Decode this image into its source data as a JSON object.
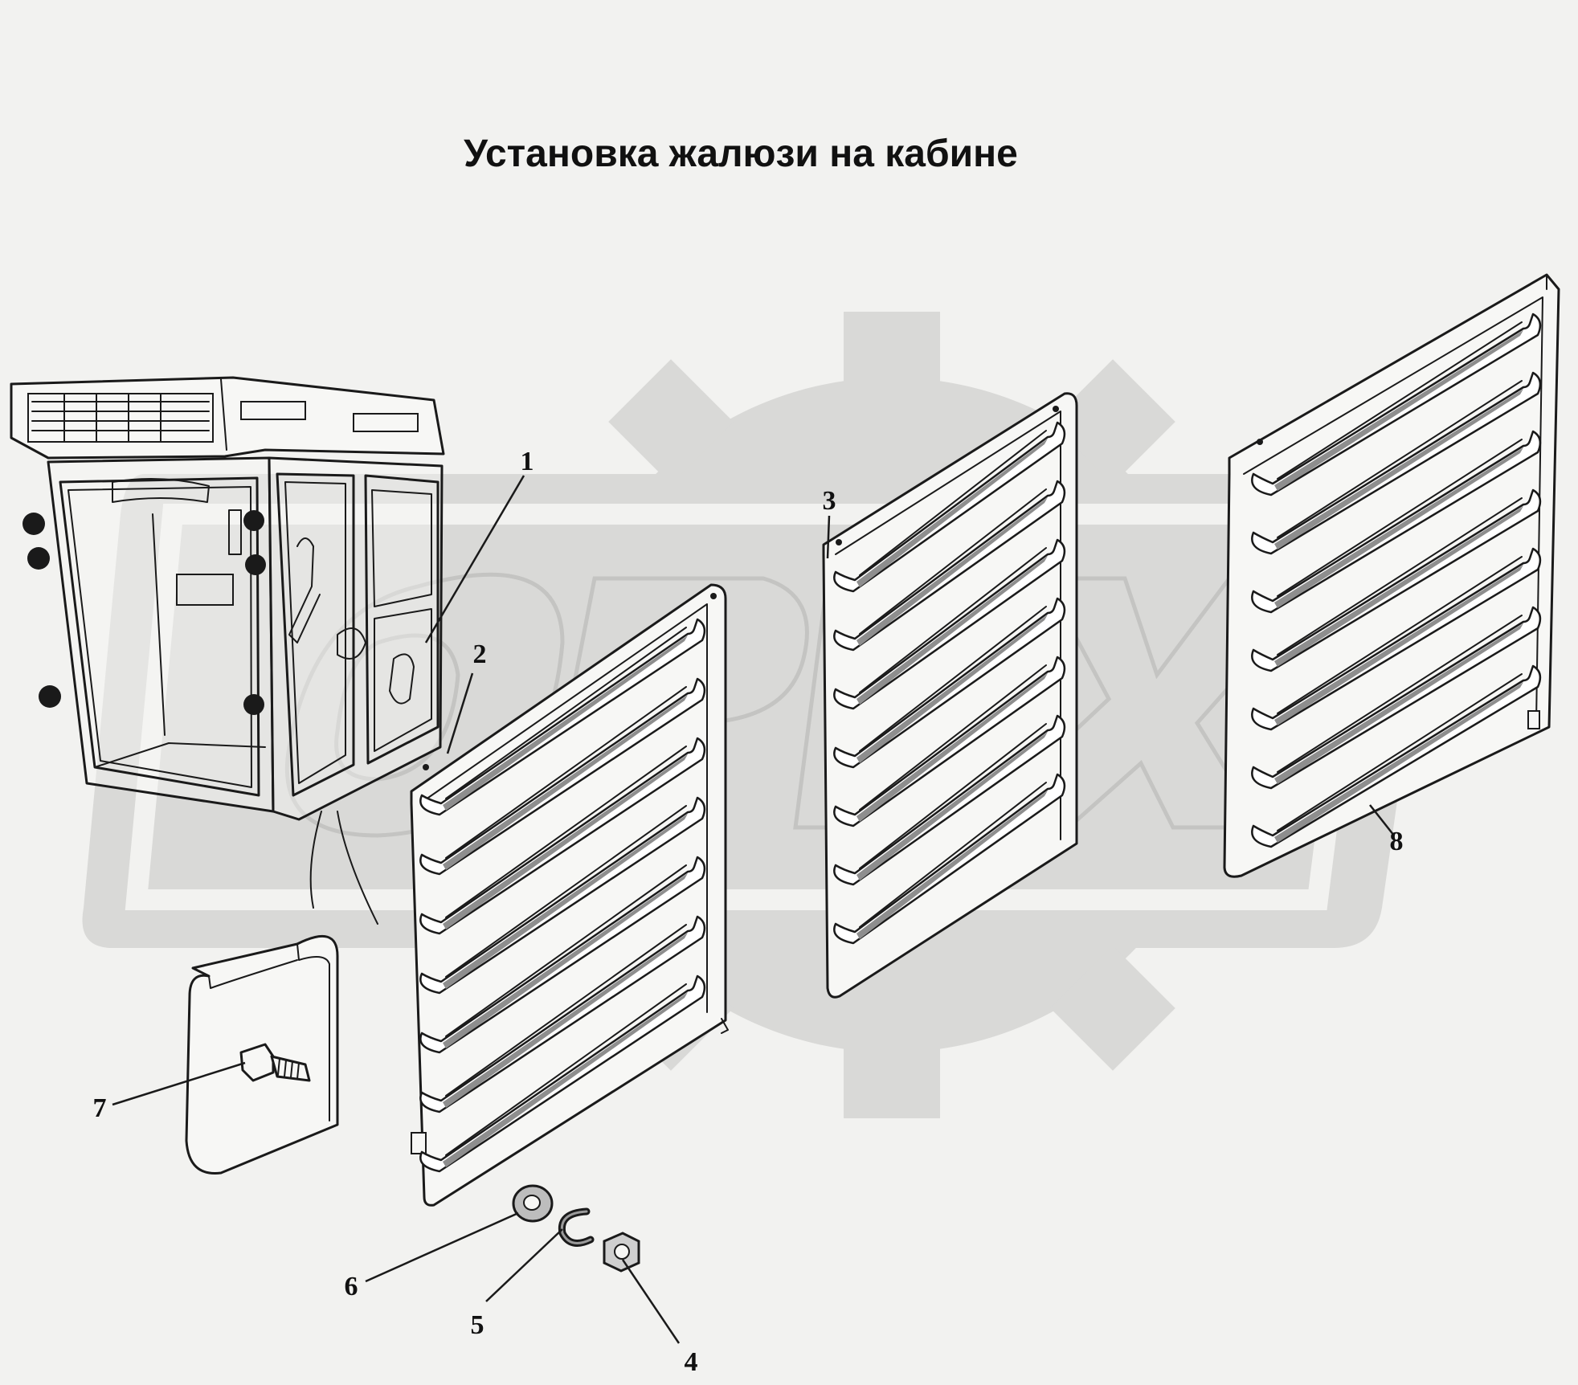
{
  "title": "Установка жалюзи на кабине",
  "callouts": [
    "1",
    "2",
    "3",
    "4",
    "5",
    "6",
    "7",
    "8"
  ],
  "watermark": {
    "text": "OPEX",
    "color": "#d9d9d7"
  },
  "colors": {
    "background": "#f2f2f0",
    "ink": "#1a1a1a",
    "panel": "#f7f7f5",
    "slat_shadow": "#8e8e8e"
  },
  "parts": {
    "cabin": "cabin",
    "louver_panels": [
      "louver-panel-2",
      "louver-panel-3",
      "louver-panel-8"
    ],
    "bracket": "bracket",
    "fasteners": [
      "nut",
      "spring-washer",
      "flat-washer",
      "bolt"
    ]
  }
}
